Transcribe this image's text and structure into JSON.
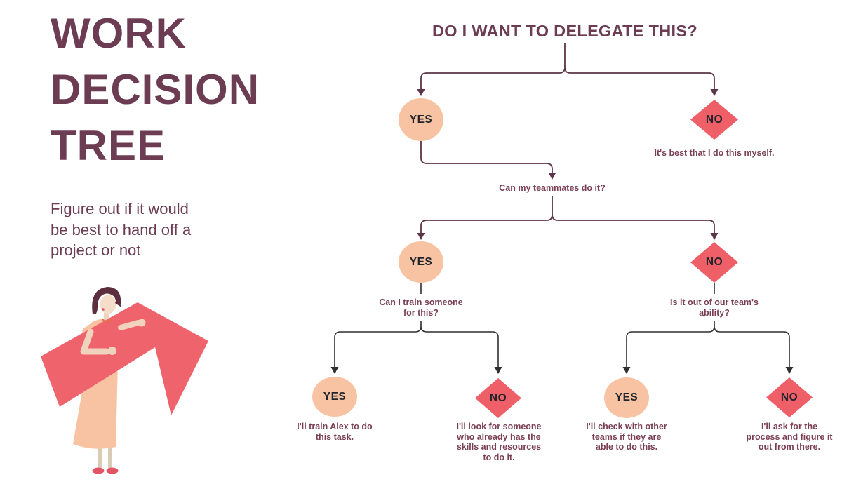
{
  "sidebar": {
    "title": "WORK\nDECISION\nTREE",
    "subtitle": "Figure out if it would\nbe best to hand off a\nproject or not"
  },
  "tree": {
    "root_question": "DO I WANT TO DELEGATE THIS?",
    "level1": {
      "yes": {
        "label": "YES"
      },
      "no": {
        "label": "NO",
        "outcome": "It's best that I do this myself."
      }
    },
    "level2": {
      "question": "Can my teammates do it?",
      "yes": {
        "label": "YES",
        "question": "Can I train someone\nfor this?"
      },
      "no": {
        "label": "NO",
        "question": "Is it out of our team's\nability?"
      }
    },
    "level3": {
      "train_yes": {
        "label": "YES",
        "outcome": "I'll train Alex to do\nthis task."
      },
      "train_no": {
        "label": "NO",
        "outcome": "I'll look for someone\nwho already has the\nskills and resources\nto do it."
      },
      "ability_yes": {
        "label": "YES",
        "outcome": "I'll check with other\nteams if they are\nable to do this."
      },
      "ability_no": {
        "label": "NO",
        "outcome": "I'll ask for the\nprocess and figure it\nout from there."
      }
    }
  },
  "colors": {
    "title": "#6b3c52",
    "caption": "#7a3f53",
    "yes_node": "#f8c3a2",
    "no_node": "#ef5f68",
    "node_text": "#20242b",
    "connector_primary": "#5d3548",
    "connector_secondary": "#2f2f2f",
    "illustration_arrow": "#ee636c"
  }
}
